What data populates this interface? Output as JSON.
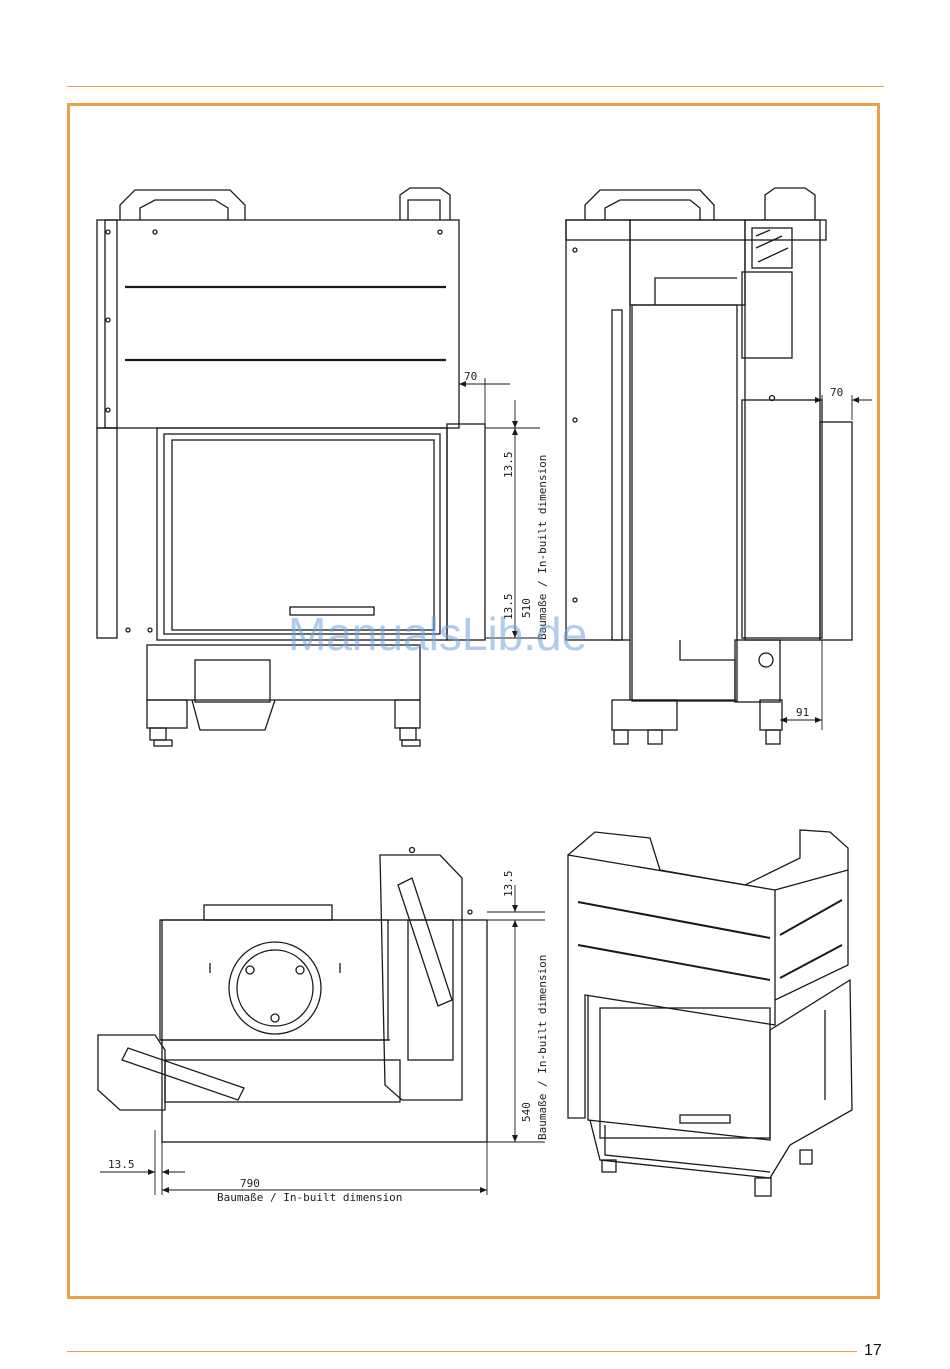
{
  "page": {
    "number": "17",
    "accent_color": "#e9a24a"
  },
  "watermark": "ManualsLib.de",
  "front_view": {
    "dim_top_offset": "70",
    "dim_top_gap": "13.5",
    "dim_bottom_gap": "13.5",
    "dim_height": "510",
    "dim_height_label": "Baumaße / In-built dimension"
  },
  "side_view": {
    "dim_offset": "70",
    "dim_foot": "91"
  },
  "plan_view": {
    "dim_top_gap": "13.5",
    "dim_depth": "540",
    "dim_depth_label": "Baumaße / In-built dimension",
    "dim_left_gap": "13.5",
    "dim_width": "790",
    "dim_width_label": "Baumaße / In-built dimension"
  },
  "isometric_view": {}
}
